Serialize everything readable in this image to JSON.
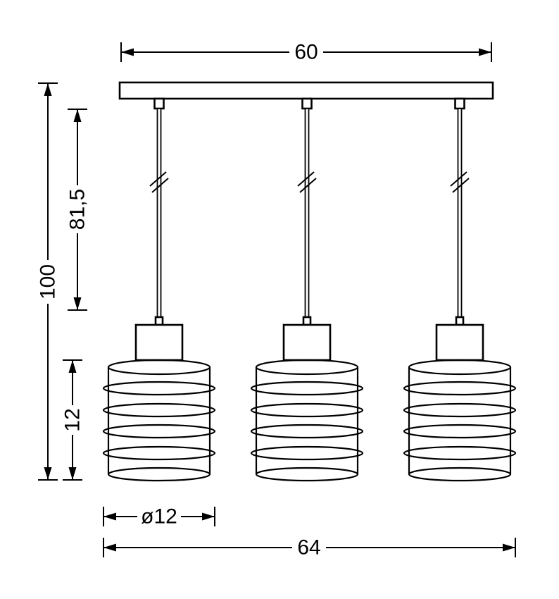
{
  "page": {
    "background_color": "#ffffff",
    "line_color": "#000000"
  },
  "diagram": {
    "type": "technical-dimension-drawing",
    "subject": "three-light cage pendant lamp",
    "dimensions": {
      "canopy_width": "60",
      "total_height": "100",
      "cord_length": "81,5",
      "shade_height": "12",
      "shade_diameter": "ø12",
      "fixture_width": "64"
    }
  }
}
